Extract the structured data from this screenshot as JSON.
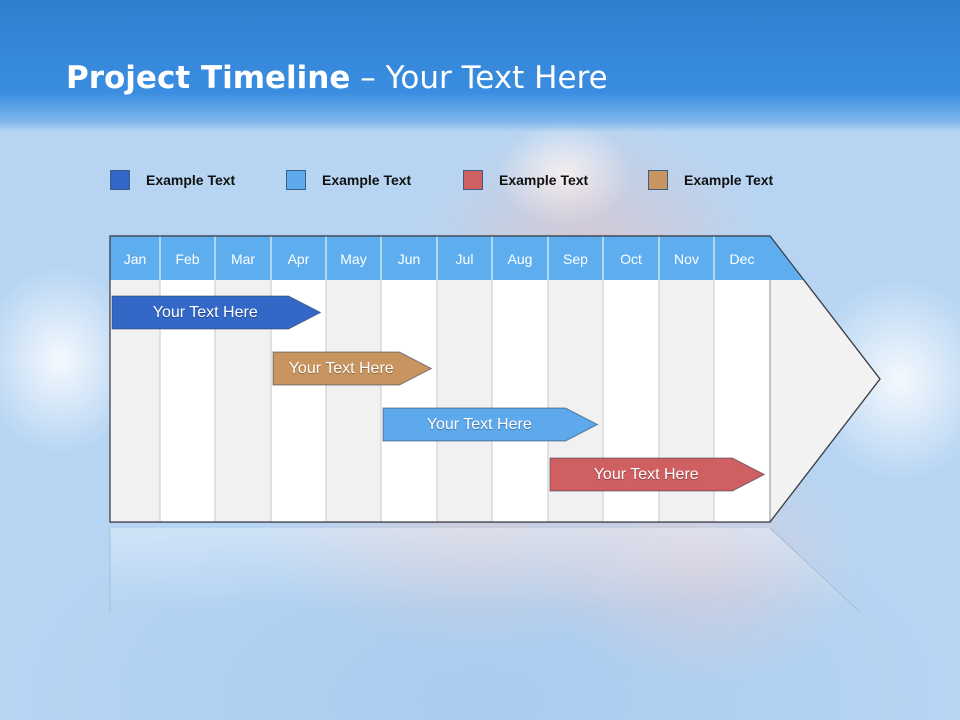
{
  "title": {
    "bold": "Project Timeline",
    "rest": " – Your Text Here"
  },
  "legend": [
    {
      "label": "Example Text",
      "color": "#3468c8"
    },
    {
      "label": "Example Text",
      "color": "#5ea8ec"
    },
    {
      "label": "Example Text",
      "color": "#cf5f61"
    },
    {
      "label": "Example Text",
      "color": "#c89560"
    }
  ],
  "timeline": {
    "months": [
      "Jan",
      "Feb",
      "Mar",
      "Apr",
      "May",
      "Jun",
      "Jul",
      "Aug",
      "Sep",
      "Oct",
      "Nov",
      "Dec"
    ],
    "header_color": "#5eaeef",
    "tasks": [
      {
        "label": "Your  Text Here",
        "start": "Jan",
        "end": "Apr",
        "color": "#3468c8"
      },
      {
        "label": "Your  Text Here",
        "start": "Apr",
        "end": "Jun",
        "color": "#c89560"
      },
      {
        "label": "Your  Text Here",
        "start": "Jun",
        "end": "Sep",
        "color": "#5ea8ec"
      },
      {
        "label": "Your  Text Here",
        "start": "Sep",
        "end": "Dec",
        "color": "#cf5f61"
      }
    ]
  }
}
